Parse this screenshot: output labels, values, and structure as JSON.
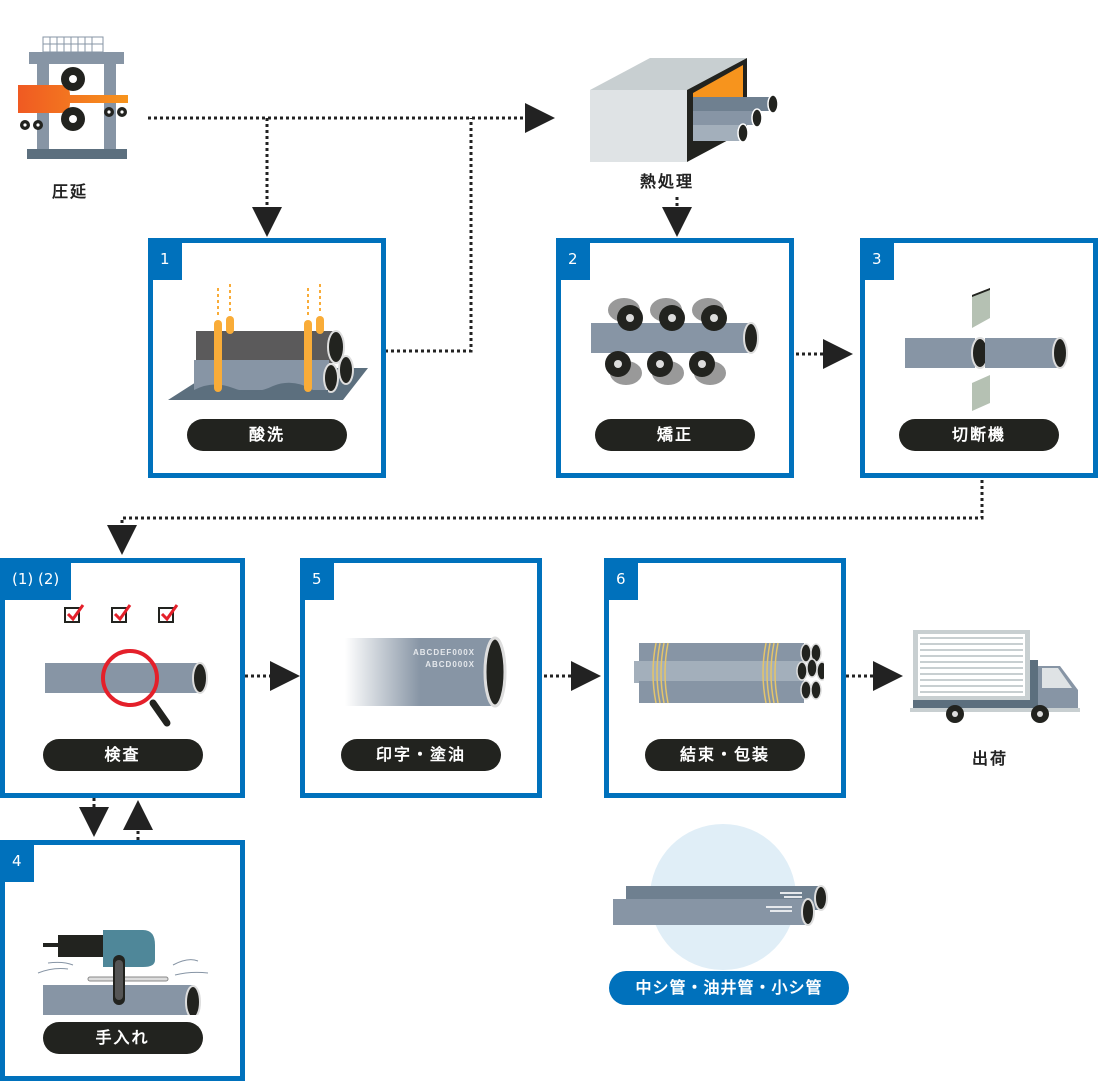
{
  "diagram": {
    "start": {
      "label": "圧延",
      "icon": "rolling-mill-icon"
    },
    "heat_treatment": {
      "label": "熱処理",
      "icon": "furnace-icon"
    },
    "steps": [
      {
        "number": "1",
        "label": "酸洗",
        "icon": "pickling-icon"
      },
      {
        "number": "2",
        "label": "矯正",
        "icon": "straightening-icon"
      },
      {
        "number": "3",
        "label": "切断機",
        "icon": "cutting-machine-icon"
      },
      {
        "number": "(1) (2)",
        "label": "検査",
        "icon": "inspection-icon"
      },
      {
        "number": "5",
        "label": "印字・塗油",
        "icon": "marking-oiling-icon",
        "marking_lines": [
          "ABCDEF000X",
          "ABCD000X"
        ]
      },
      {
        "number": "6",
        "label": "結束・包装",
        "icon": "bundling-icon"
      },
      {
        "number": "4",
        "label": "手入れ",
        "icon": "grinder-icon"
      }
    ],
    "shipping": {
      "label": "出荷",
      "icon": "truck-icon"
    },
    "products": {
      "label": "中シ管・油井管・小シ管",
      "icon": "pipes-icon"
    },
    "colors": {
      "accent": "#0071bc",
      "pill": "#22231f",
      "pipe": "#8795a5",
      "orange": "#f7941d",
      "check": "#e4202a"
    }
  }
}
